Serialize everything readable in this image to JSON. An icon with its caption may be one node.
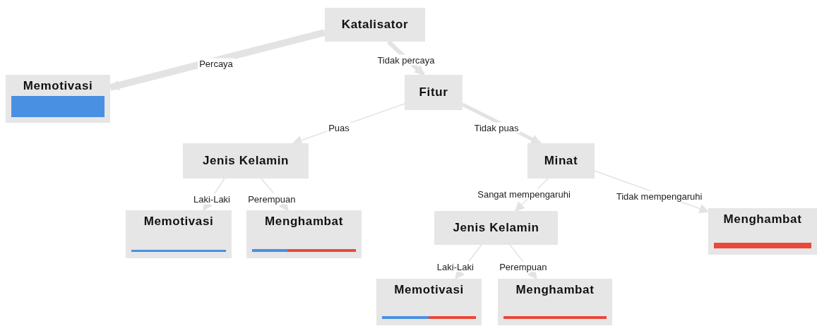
{
  "diagram": {
    "nodes": [
      {
        "text": [
          "Katalisator"
        ]
      },
      {
        "text": [
          "Memotivasi"
        ]
      },
      {
        "text": [
          "Fitur"
        ]
      },
      {
        "text": [
          "Jenis Kelamin"
        ]
      },
      {
        "text": [
          "Minat"
        ]
      },
      {
        "text": [
          "Memotivasi"
        ]
      },
      {
        "text": [
          "Menghambat"
        ]
      },
      {
        "text": [
          "Jenis Kelamin"
        ]
      },
      {
        "text": [
          "Menghambat"
        ]
      },
      {
        "text": [
          "Memotivasi"
        ]
      },
      {
        "text": [
          "Menghambat"
        ]
      }
    ],
    "edges": [
      {
        "from": 0,
        "to": 1,
        "arrow": "to",
        "label": "Percaya",
        "style": "thick"
      },
      {
        "from": 0,
        "to": 2,
        "arrow": "to",
        "label": "Tidak percaya",
        "style": "thick"
      },
      {
        "from": 2,
        "to": 3,
        "arrow": "to",
        "label": "Puas"
      },
      {
        "from": 2,
        "to": 4,
        "arrow": "to",
        "label": "Tidak puas",
        "style": "thick"
      },
      {
        "from": 3,
        "to": 5,
        "arrow": "to",
        "label": "Laki-Laki"
      },
      {
        "from": 3,
        "to": 6,
        "arrow": "to",
        "label": "Perempuan"
      },
      {
        "from": 4,
        "to": 7,
        "arrow": "to",
        "label": "Sangat mempengaruhi"
      },
      {
        "from": 4,
        "to": 8,
        "arrow": "to",
        "label": "Tidak mempengaruhi"
      },
      {
        "from": 7,
        "to": 9,
        "arrow": "to",
        "label": "Laki-Laki"
      },
      {
        "from": 7,
        "to": 10,
        "arrow": "to",
        "label": "Perempuan"
      }
    ]
  }
}
